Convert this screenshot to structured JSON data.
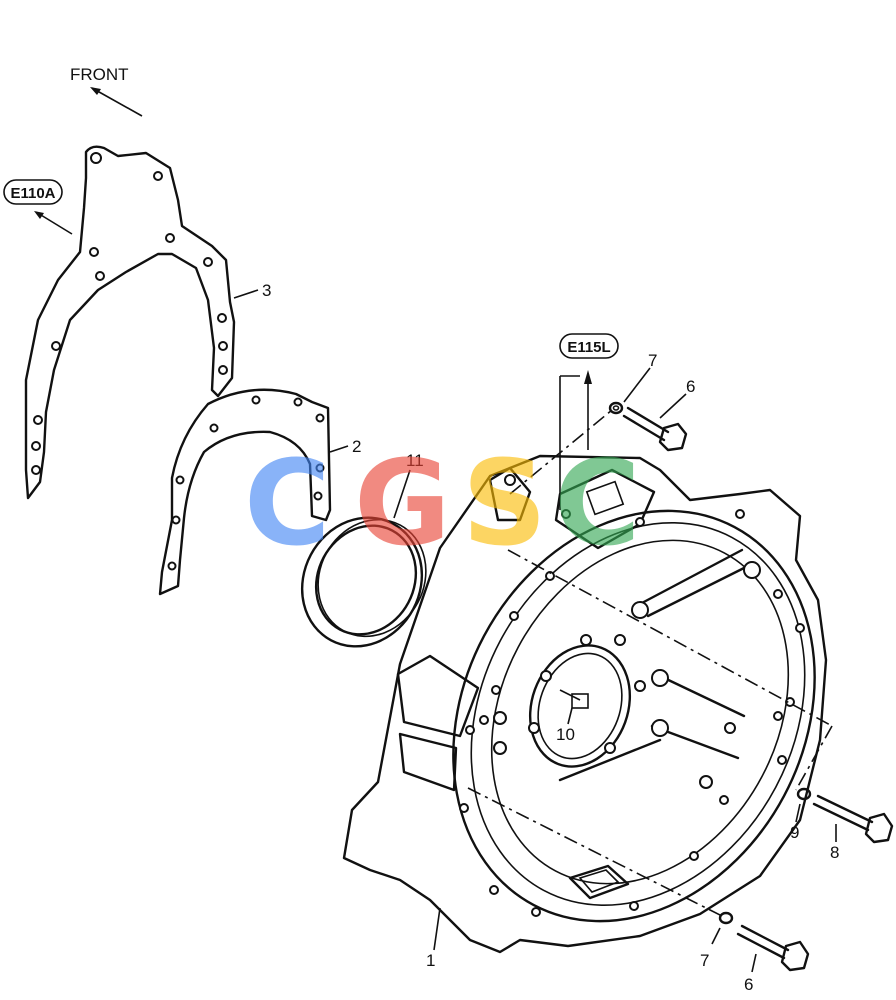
{
  "diagram": {
    "direction_label": "FRONT",
    "ref_left": "E110A",
    "ref_top": "E115L",
    "callouts": {
      "c1": "1",
      "c2": "2",
      "c3": "3",
      "c6a": "6",
      "c6b": "6",
      "c7a": "7",
      "c7b": "7",
      "c8": "8",
      "c9": "9",
      "c10": "10",
      "c11": "11"
    }
  },
  "watermark": {
    "letters": [
      "C",
      "G",
      "S",
      "C"
    ],
    "colors": [
      "#4285F4",
      "#EA4335",
      "#FBBC05",
      "#34A853"
    ]
  }
}
